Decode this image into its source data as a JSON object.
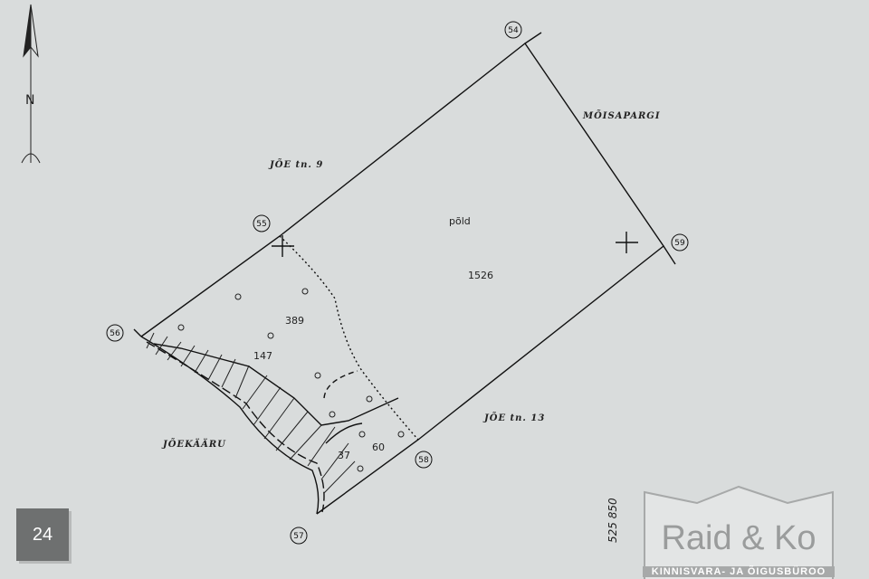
{
  "north_label": "N",
  "streets": {
    "top_left": "JÕE tn. 9",
    "top_right": "MÕISAPARGI",
    "bottom_right": "JÕE tn. 13",
    "left": "JÕEKÄÄRU"
  },
  "parcels": {
    "main_name": "põld",
    "main_area": "1526",
    "a": "389",
    "b": "147",
    "c": "37",
    "d": "60"
  },
  "points": [
    "54",
    "55",
    "56",
    "57",
    "58",
    "59"
  ],
  "page_badge": "24",
  "coordinate": "525 850",
  "watermark": {
    "title": "Raid & Ko",
    "subtitle": "KINNISVARA- JA ÕIGUSBÜROO"
  }
}
